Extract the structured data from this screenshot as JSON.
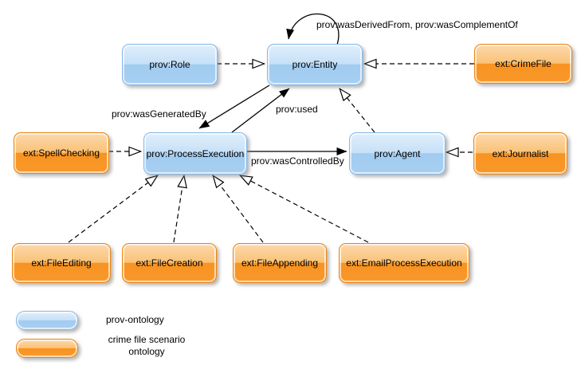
{
  "nodes": {
    "role": {
      "label": "prov:Role"
    },
    "entity": {
      "label": "prov:Entity"
    },
    "crime_file": {
      "label": "ext:CrimeFile"
    },
    "spell_checking": {
      "label": "ext:SpellChecking"
    },
    "process_execution": {
      "label": "prov:ProcessExecution"
    },
    "agent": {
      "label": "prov:Agent"
    },
    "journalist": {
      "label": "ext:Journalist"
    },
    "file_editing": {
      "label": "ext:FileEditing"
    },
    "file_creation": {
      "label": "ext:FileCreation"
    },
    "file_appending": {
      "label": "ext:FileAppending"
    },
    "email_process_execution": {
      "label": "ext:EmailProcessExecution"
    }
  },
  "edges": {
    "derived_complement": {
      "label": "prov:wasDerivedFrom, prov:wasComplementOf"
    },
    "was_generated_by": {
      "label": "prov:wasGeneratedBy"
    },
    "used": {
      "label": "prov:used"
    },
    "was_controlled_by": {
      "label": "prov:wasControlledBy"
    }
  },
  "legend": {
    "prov": {
      "label": "prov-ontology"
    },
    "ext": {
      "label_line1": "crime file scenario",
      "label_line2": "ontology"
    }
  },
  "colors": {
    "prov_fill_top": "#e0effc",
    "prov_fill_bottom": "#a1cbf0",
    "prov_border": "#86b9e8",
    "ext_fill_top": "#fcd9ae",
    "ext_fill_bottom": "#f89320",
    "ext_border": "#ec8410",
    "edge": "#000000"
  }
}
